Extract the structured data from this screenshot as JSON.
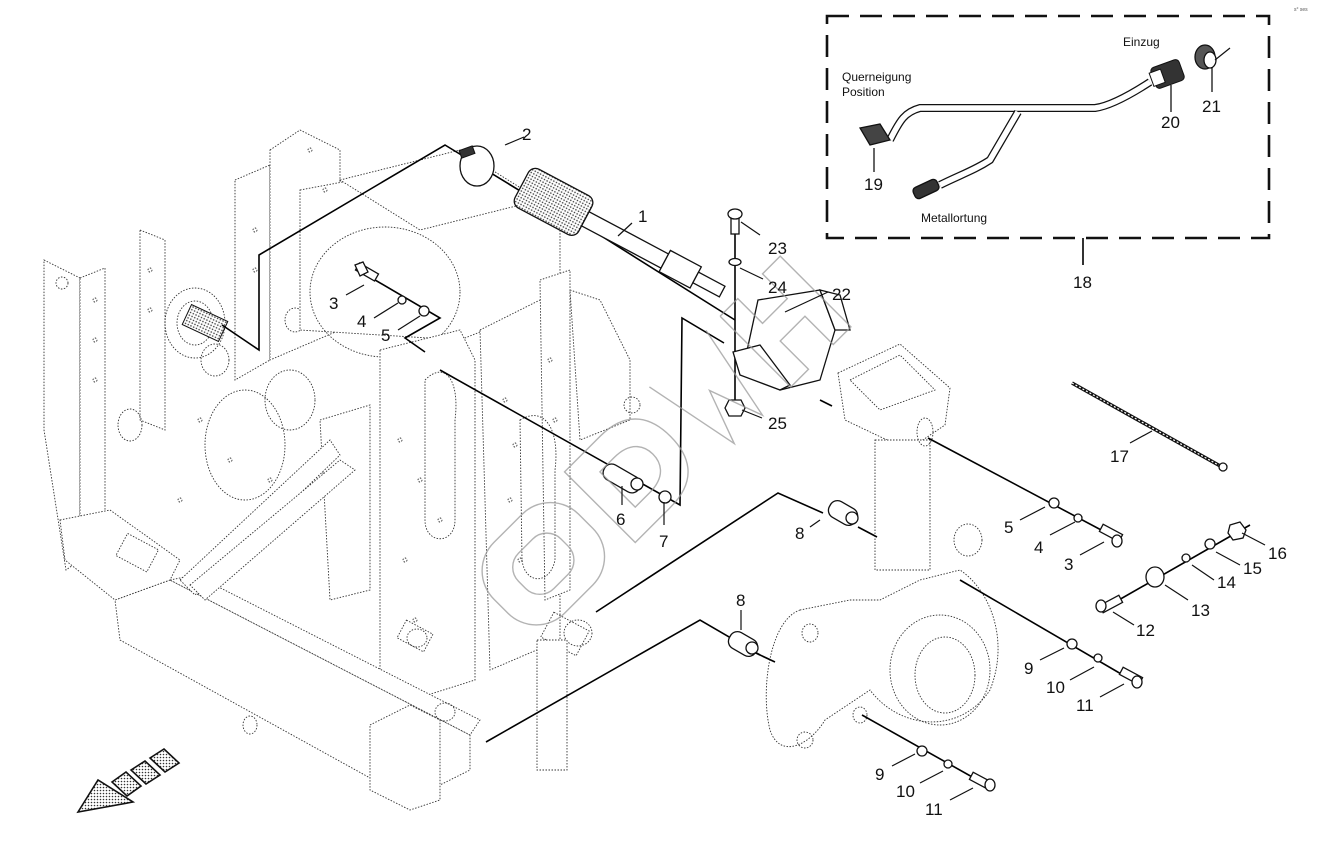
{
  "diagram": {
    "title": "Exploded parts view – sensor harness and frame mounting",
    "reference_code": "s° ses",
    "assembly_box": {
      "callout": "18",
      "captions": {
        "einzug": "Einzug",
        "querneigung": "Querneigung",
        "position": "Position",
        "metallortung": "Metallortung"
      },
      "items": [
        {
          "callout": "19",
          "part": "connector-plug"
        },
        {
          "callout": "20",
          "part": "round-connector"
        },
        {
          "callout": "21",
          "part": "protective-cap"
        }
      ]
    },
    "callouts": [
      {
        "id": "c1",
        "label": "1",
        "part": "drive-shaft"
      },
      {
        "id": "c2",
        "label": "2",
        "part": "hose-clamp"
      },
      {
        "id": "c3a",
        "label": "3",
        "part": "bolt"
      },
      {
        "id": "c4a",
        "label": "4",
        "part": "lock-washer"
      },
      {
        "id": "c5a",
        "label": "5",
        "part": "washer"
      },
      {
        "id": "c6",
        "label": "6",
        "part": "spacer-sleeve"
      },
      {
        "id": "c7",
        "label": "7",
        "part": "washer"
      },
      {
        "id": "c8a",
        "label": "8",
        "part": "bushing"
      },
      {
        "id": "c8b",
        "label": "8",
        "part": "bushing"
      },
      {
        "id": "c5b",
        "label": "5",
        "part": "washer"
      },
      {
        "id": "c4b",
        "label": "4",
        "part": "lock-washer"
      },
      {
        "id": "c3b",
        "label": "3",
        "part": "bolt"
      },
      {
        "id": "c9a",
        "label": "9",
        "part": "washer"
      },
      {
        "id": "c10a",
        "label": "10",
        "part": "lock-washer"
      },
      {
        "id": "c11a",
        "label": "11",
        "part": "bolt"
      },
      {
        "id": "c9b",
        "label": "9",
        "part": "washer"
      },
      {
        "id": "c10b",
        "label": "10",
        "part": "lock-washer"
      },
      {
        "id": "c11b",
        "label": "11",
        "part": "bolt"
      },
      {
        "id": "c12",
        "label": "12",
        "part": "bolt"
      },
      {
        "id": "c13",
        "label": "13",
        "part": "cable-clamp"
      },
      {
        "id": "c14",
        "label": "14",
        "part": "washer"
      },
      {
        "id": "c15",
        "label": "15",
        "part": "lock-washer"
      },
      {
        "id": "c16",
        "label": "16",
        "part": "nut"
      },
      {
        "id": "c17",
        "label": "17",
        "part": "cable-tie"
      },
      {
        "id": "c22",
        "label": "22",
        "part": "sensor-guard"
      },
      {
        "id": "c23",
        "label": "23",
        "part": "bolt"
      },
      {
        "id": "c24",
        "label": "24",
        "part": "washer"
      },
      {
        "id": "c25",
        "label": "25",
        "part": "nut"
      }
    ],
    "direction_arrow": "travel-direction-arrow-icon",
    "watermark_text": "DW"
  }
}
